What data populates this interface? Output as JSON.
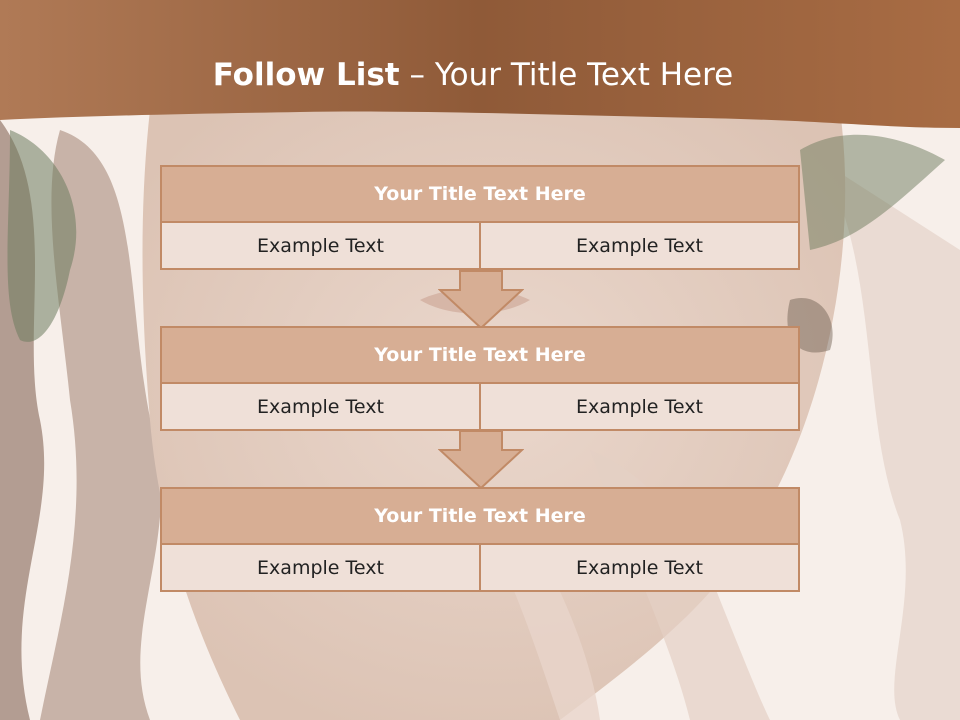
{
  "slide": {
    "title_bold": "Follow List",
    "title_rest": " – Your Title Text Here"
  },
  "steps": [
    {
      "title": "Your Title Text Here",
      "left": "Example Text",
      "right": "Example Text"
    },
    {
      "title": "Your Title Text Here",
      "left": "Example Text",
      "right": "Example Text"
    },
    {
      "title": "Your Title Text Here",
      "left": "Example Text",
      "right": "Example Text"
    }
  ],
  "colors": {
    "header_band": "#9c6440",
    "block_header": "#d7ae94",
    "block_border": "#c18a66",
    "cell_fill": "#efe0d8"
  }
}
